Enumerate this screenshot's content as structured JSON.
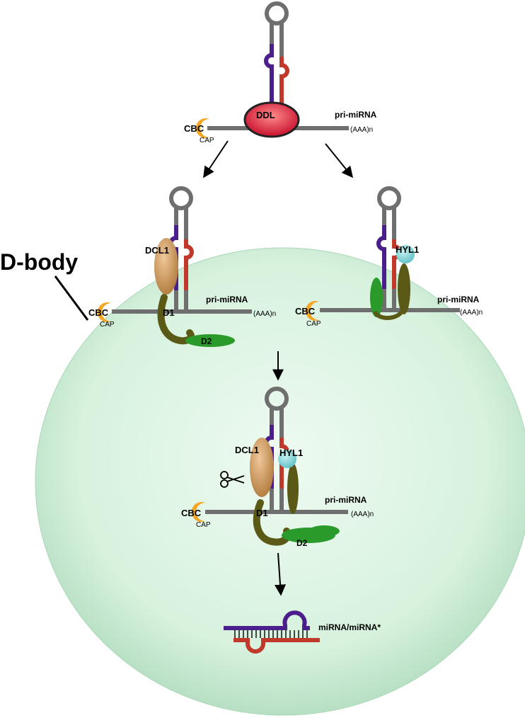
{
  "labels": {
    "ddl": "DDL",
    "cbc": "CBC",
    "cap": "CAP",
    "pri_mirna": "pri-miRNA",
    "polya": "(AAA)n",
    "dcl1": "DCL1",
    "hyl1": "HYL1",
    "d1": "D1",
    "d2": "D2",
    "dbody": "D-body",
    "duplex": "miRNA/miRNA*"
  },
  "colors": {
    "rna": "#6f6f6f",
    "mirna": "#4a1f8c",
    "mirna_star": "#c0392b",
    "dbody": "#d7f2de",
    "ddl": "#e0303f",
    "cbc": "#f5a623",
    "dcl1": "#c9955b",
    "hyl1": "#7fd3d6",
    "d1": "#5a5a16",
    "d2": "#2a9a2a"
  },
  "icons": [
    "scissors-icon"
  ]
}
